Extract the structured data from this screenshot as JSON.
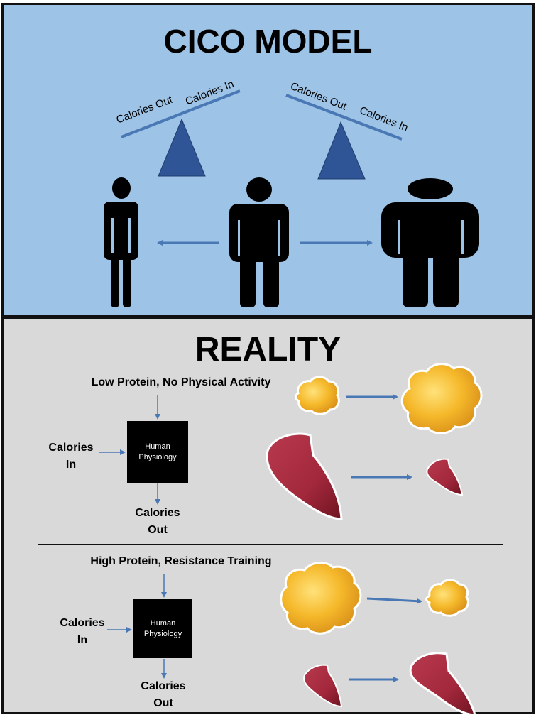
{
  "top": {
    "title": "CICO MODEL",
    "left_scale": {
      "calories_out": "Calories Out",
      "calories_in": "Calories In"
    },
    "right_scale": {
      "calories_out": "Calories Out",
      "calories_in": "Calories In"
    }
  },
  "bottom": {
    "title": "REALITY",
    "scenario1": {
      "condition": "Low Protein, No Physical Activity",
      "calories_in": [
        "Calories",
        "In"
      ],
      "box": [
        "Human",
        "Physiology"
      ],
      "calories_out": [
        "Calories",
        "Out"
      ]
    },
    "scenario2": {
      "condition": "High Protein, Resistance Training",
      "calories_in": [
        "Calories",
        "In"
      ],
      "box": [
        "Human",
        "Physiology"
      ],
      "calories_out": [
        "Calories",
        "Out"
      ]
    }
  },
  "colors": {
    "top_bg": "#9dc3e6",
    "bottom_bg": "#d9d9d9",
    "accent_blue": "#4a78b5",
    "triangle": "#2f5597",
    "fat": "#f5b82a",
    "muscle": "#a3283c"
  }
}
